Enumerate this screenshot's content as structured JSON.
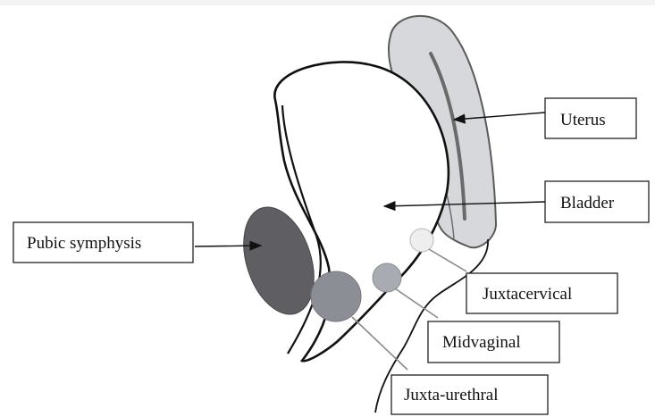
{
  "labels": {
    "uterus": "Uterus",
    "bladder": "Bladder",
    "pubic_symphysis": "Pubic symphysis",
    "juxtacervical": "Juxtacervical",
    "midvaginal": "Midvaginal",
    "juxta_urethral": "Juxta-urethral"
  },
  "colors": {
    "uterus_fill": "#d6d8db",
    "uterus_outline": "#5b5b5b",
    "pubic_symphysis": "#5f5f63",
    "juxta_urethral_circle": "#8c8e96",
    "midvaginal_circle": "#a9abb2",
    "juxtacervical_circle": "#eeeeee",
    "outline": "#111111",
    "connector": "#8a8a8a"
  }
}
